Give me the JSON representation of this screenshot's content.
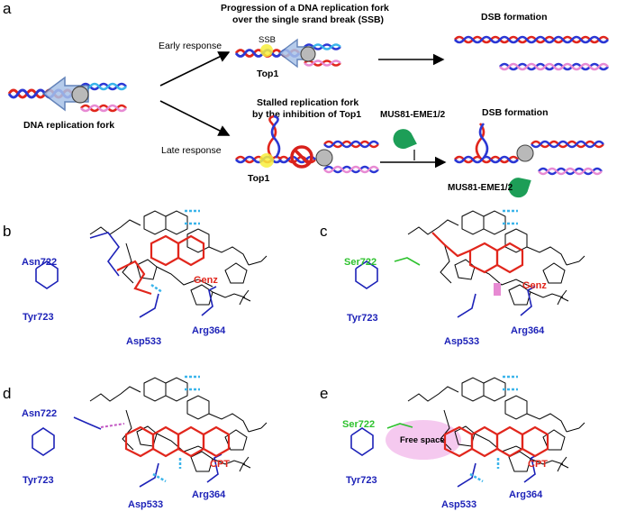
{
  "panel_a": {
    "letter": "a",
    "fork_label": "DNA replication fork",
    "early_label": "Early response",
    "late_label": "Late response",
    "progress_title_1": "Progression of a DNA replication fork",
    "progress_title_2": "over the single srand break (SSB)",
    "ssb_label": "SSB",
    "top1_label": "Top1",
    "dsb_label": "DSB formation",
    "stalled_title_1": "Stalled replication fork",
    "stalled_title_2": "by the inhibition of Top1",
    "mus81_label": "MUS81-EME1/2",
    "colors": {
      "strand_red": "#e1261c",
      "strand_blue": "#2b37d4",
      "strand_cyan": "#3ab4ea",
      "strand_pink": "#e78ad3",
      "mus81_green": "#1d9e57",
      "ssb_yellow": "#f7ee3c",
      "inhibit_red": "#d8211c"
    }
  },
  "panel_b": {
    "letter": "b",
    "asn": "Asn722",
    "tyr": "Tyr723",
    "asp": "Asp533",
    "arg": "Arg364",
    "drug": "Genz"
  },
  "panel_c": {
    "letter": "c",
    "ser": "Ser722",
    "tyr": "Tyr723",
    "asp": "Asp533",
    "arg": "Arg364",
    "drug": "Genz"
  },
  "panel_d": {
    "letter": "d",
    "asn": "Asn722",
    "tyr": "Tyr723",
    "asp": "Asp533",
    "arg": "Arg364",
    "drug": "CPT"
  },
  "panel_e": {
    "letter": "e",
    "ser": "Ser722",
    "free": "Free space",
    "tyr": "Tyr723",
    "asp": "Asp533",
    "arg": "Arg364",
    "drug": "CPT"
  }
}
